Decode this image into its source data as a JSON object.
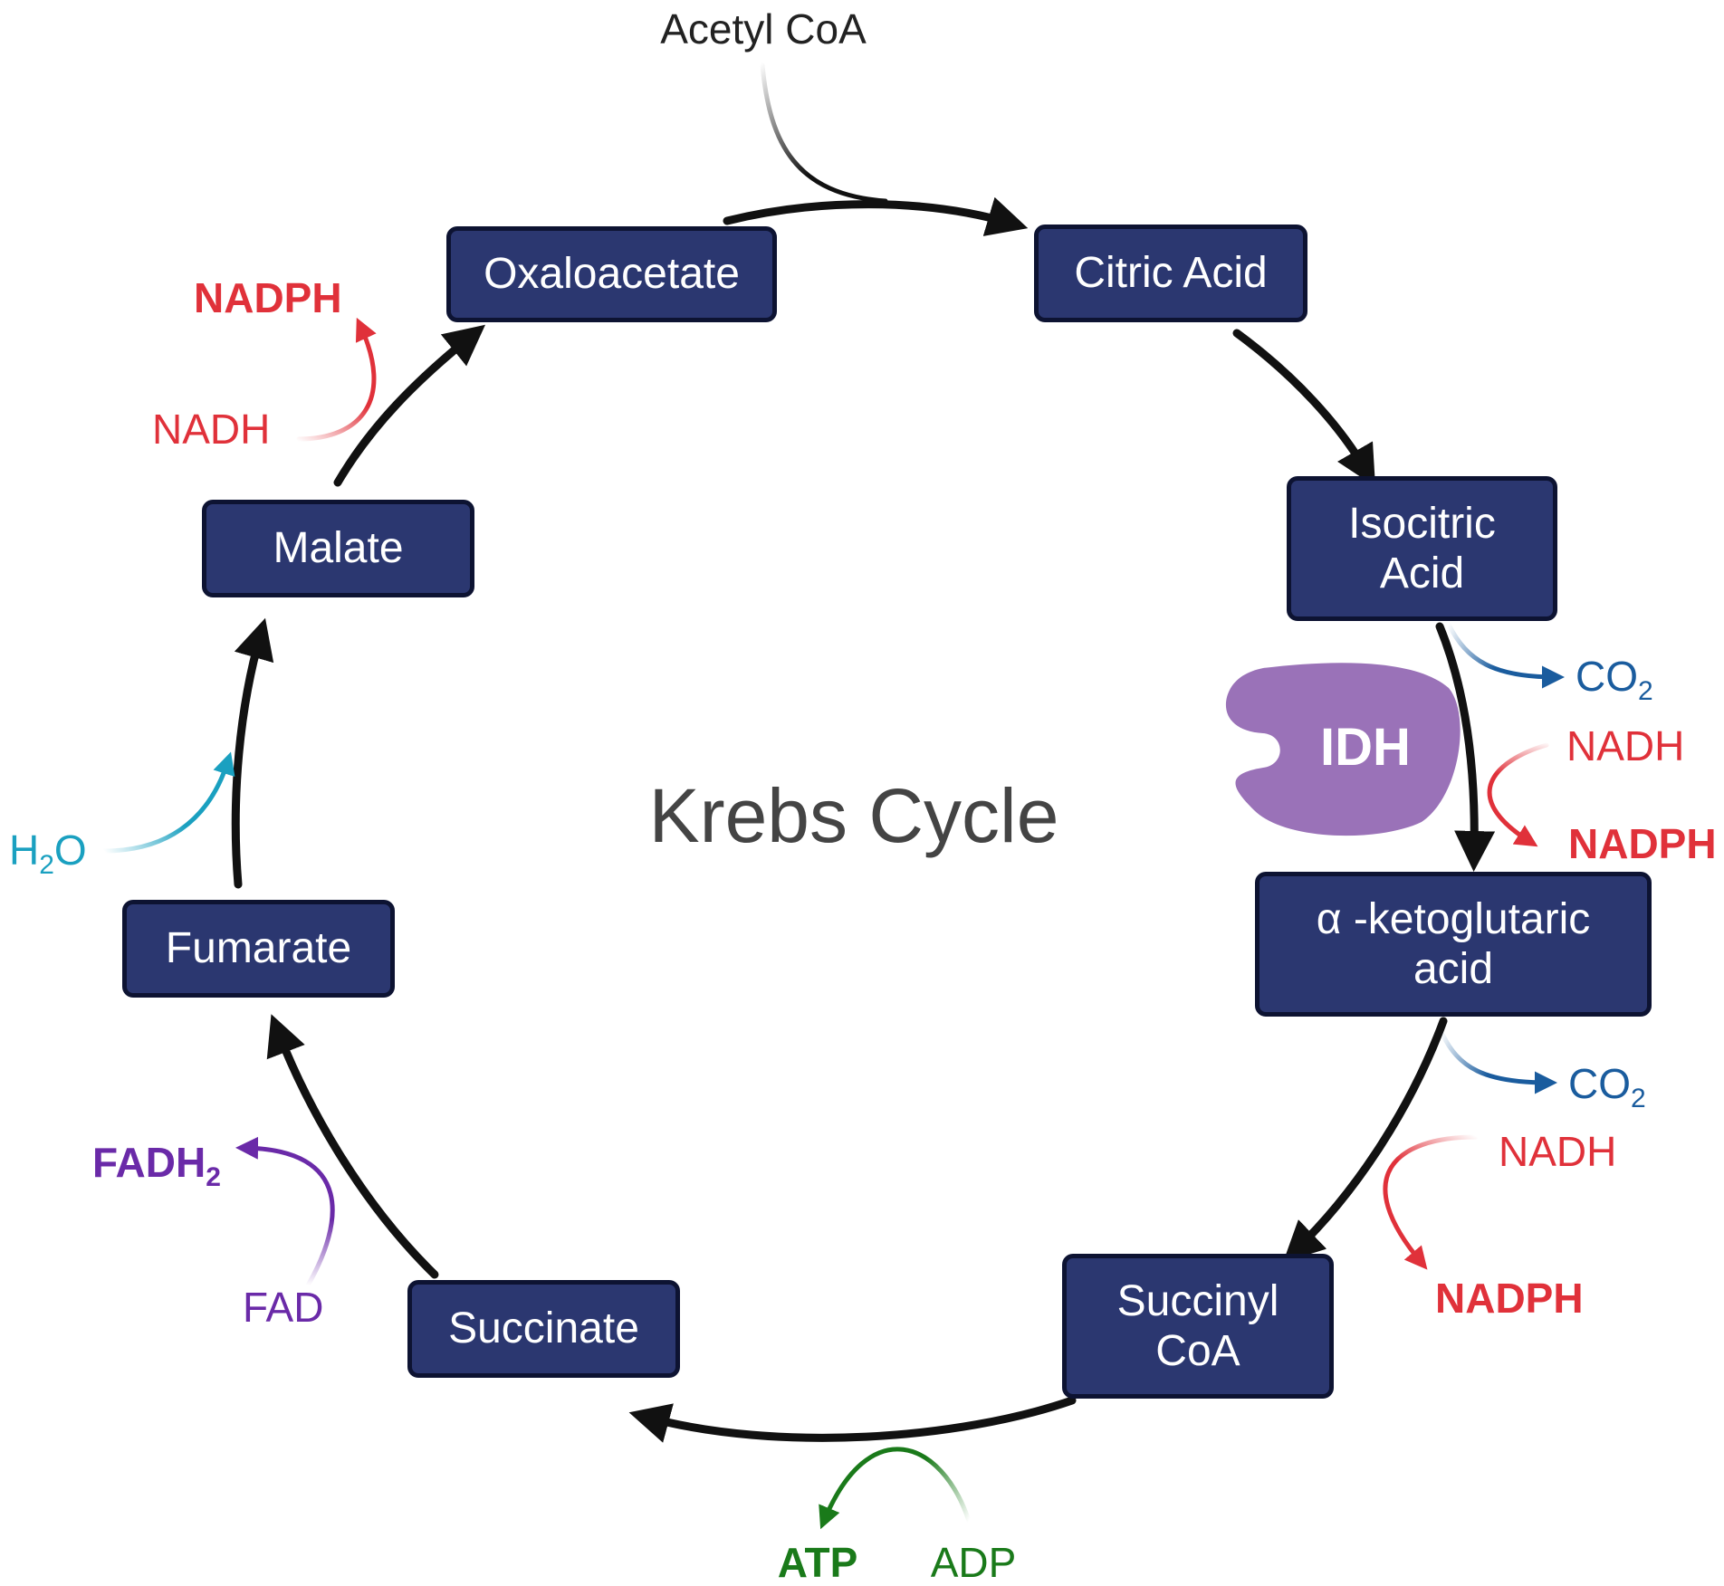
{
  "title": "Krebs Cycle",
  "input": "Acetyl CoA",
  "enzyme": "IDH",
  "colors": {
    "node_fill": "#2b3770",
    "node_border": "#0d1332",
    "nadph": "#e0313a",
    "co2": "#1a5c9e",
    "water": "#1aa0c0",
    "fad": "#6a2aa8",
    "atp": "#1a7a1a",
    "enzyme": "#9a72b8"
  },
  "nodes": {
    "oxaloacetate": "Oxaloacetate",
    "citric_acid": "Citric Acid",
    "isocitric_acid": "Isocitric\nAcid",
    "ketoglutaric_acid": "α -ketoglutaric\nacid",
    "succinyl_coa": "Succinyl\nCoA",
    "succinate": "Succinate",
    "fumarate": "Fumarate",
    "malate": "Malate"
  },
  "side_labels": {
    "co2_1": "CO",
    "co2_1_sub": "2",
    "nadh_1": "NADH",
    "nadph_1": "NADPH",
    "co2_2": "CO",
    "co2_2_sub": "2",
    "nadh_2": "NADH",
    "nadph_2": "NADPH",
    "atp": "ATP",
    "adp": "ADP",
    "fadh2": "FADH",
    "fadh2_sub": "2",
    "fad": "FAD",
    "h2o_h": "H",
    "h2o_sub": "2",
    "h2o_o": "O",
    "nadh_3": "NADH",
    "nadph_3": "NADPH"
  }
}
